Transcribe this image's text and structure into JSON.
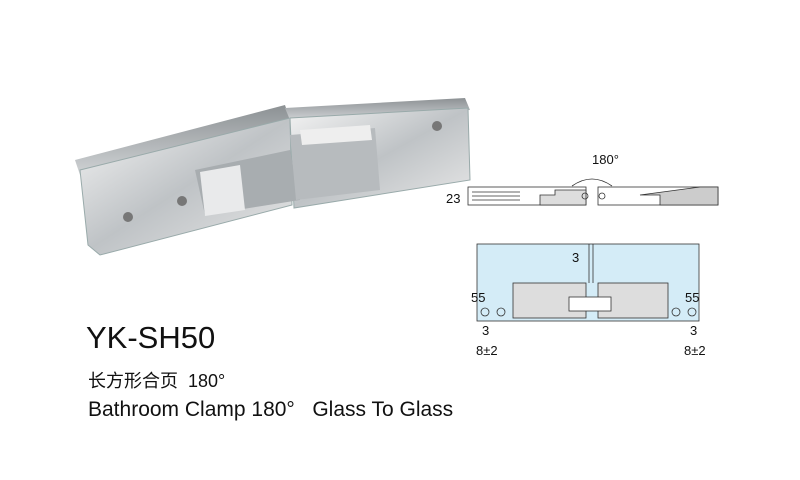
{
  "product": {
    "model": "YK-SH50",
    "name_cn": "长方形合页  180°",
    "name_en": "Bathroom Clamp 180°   Glass To Glass"
  },
  "drawing": {
    "angle": "180°",
    "thickness": "23",
    "gap": "3",
    "left_height": "55",
    "right_height": "55",
    "left_offset": "3",
    "right_offset": "3",
    "left_glass": "8±2",
    "right_glass": "8±2"
  },
  "colors": {
    "glass": "#d4ecf7",
    "metal": "#d9d9d9"
  }
}
